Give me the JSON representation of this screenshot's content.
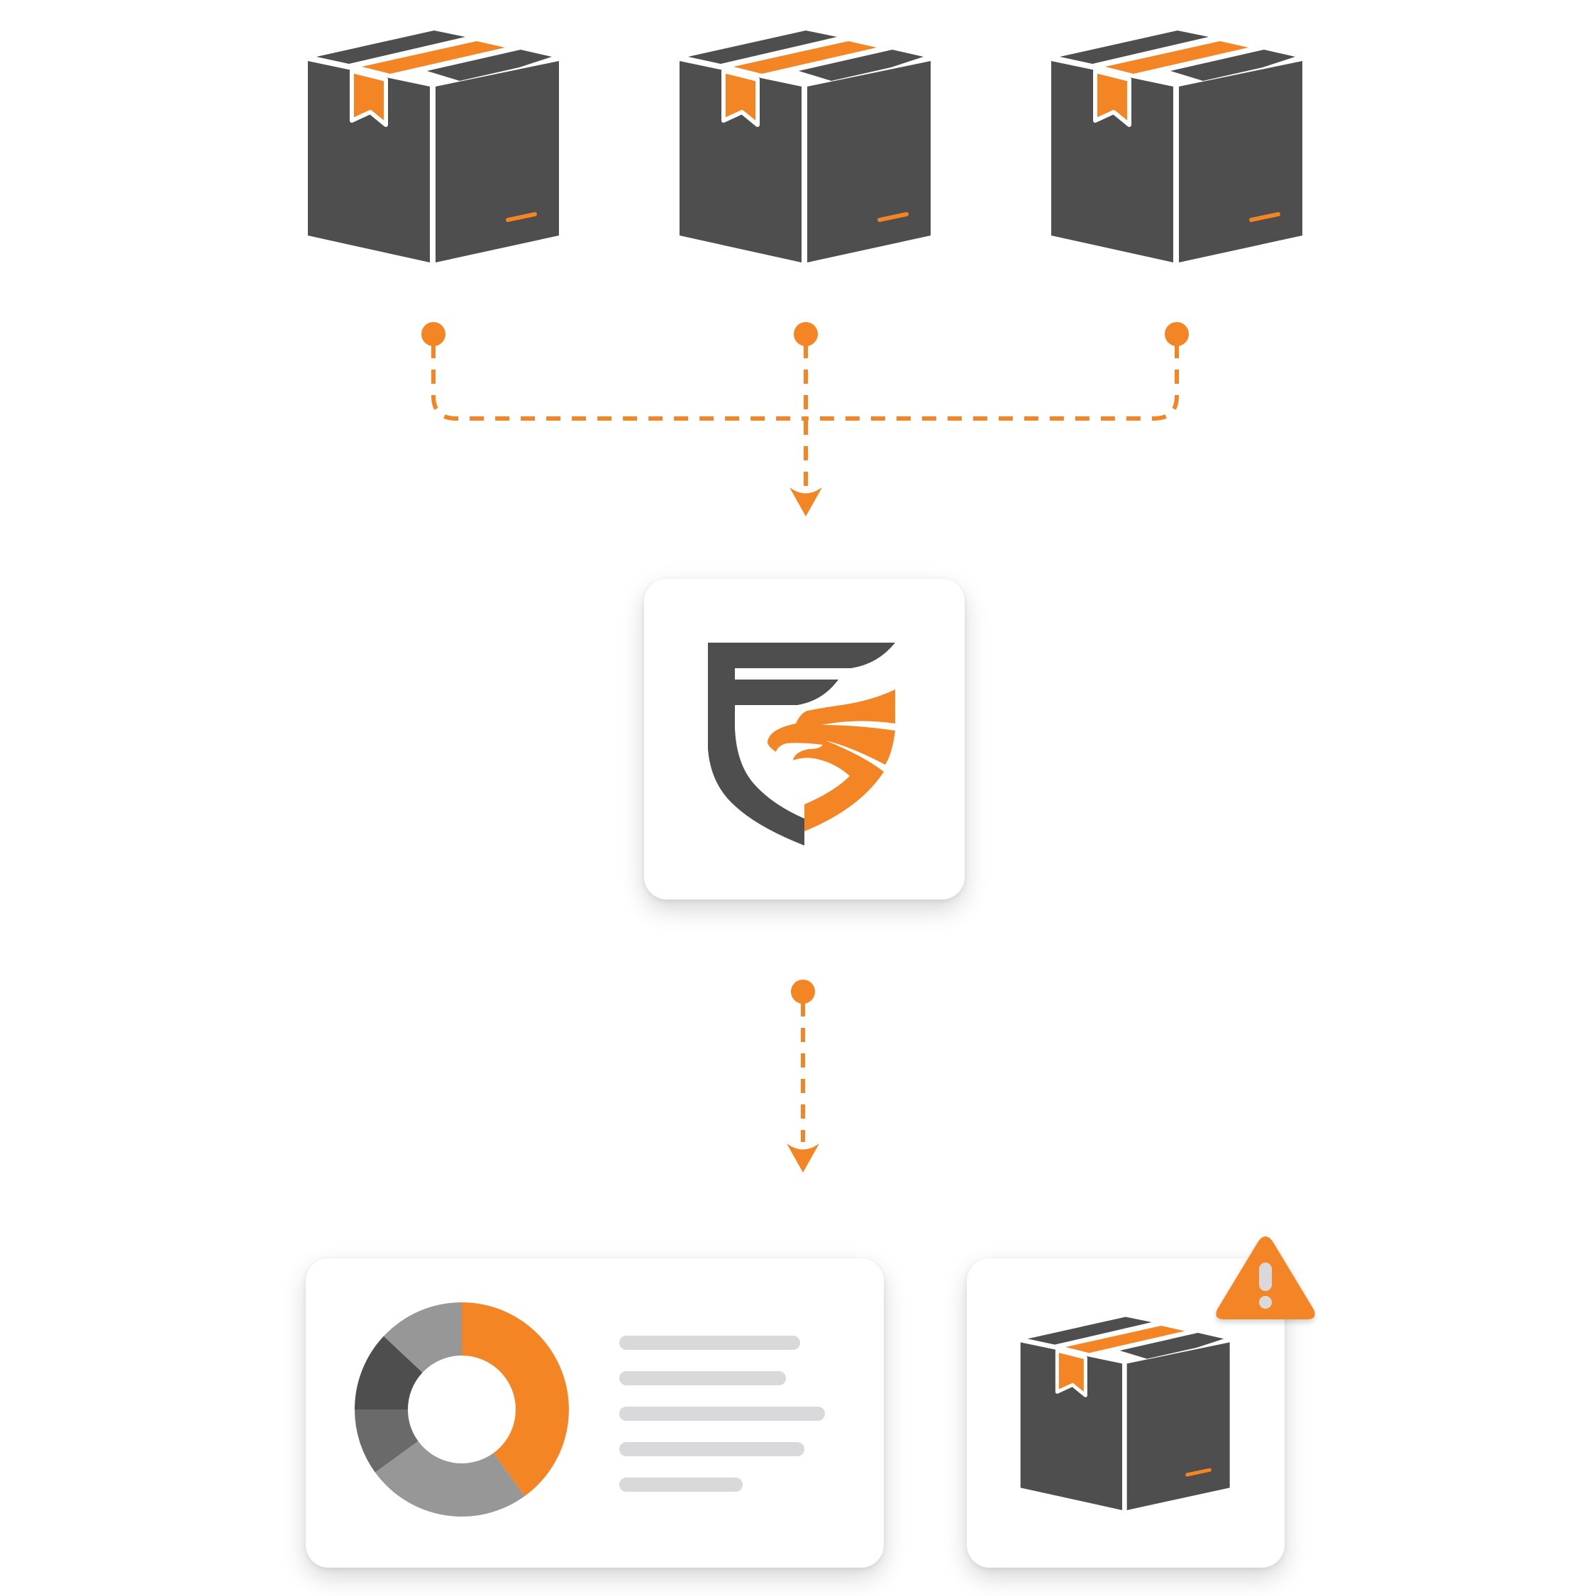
{
  "colors": {
    "box_dark": "#4d4e4d",
    "accent_orange": "#f38525",
    "card_bg": "#ffffff",
    "placeholder_line": "#d9d9db",
    "donut_dark": "#4d4e4d",
    "donut_mid": "#6a6a6a",
    "donut_light": "#979797"
  },
  "icons": {
    "source_package": "package-box-icon",
    "hub_logo": "shield-logo-icon",
    "alert_package": "package-box-icon",
    "alert_badge": "warning-triangle-icon"
  },
  "sources": [
    {
      "icon": "package-box-icon"
    },
    {
      "icon": "package-box-icon"
    },
    {
      "icon": "package-box-icon"
    }
  ],
  "chart_data": {
    "type": "pie",
    "variant": "donut",
    "values": [
      40,
      25,
      10,
      12,
      13
    ],
    "colors": [
      "#f38525",
      "#979797",
      "#6a6a6a",
      "#4d4e4d",
      "#979797"
    ],
    "title": "",
    "legend": "placeholder-lines-right"
  },
  "summary_lines": [
    {
      "fill": 0.88
    },
    {
      "fill": 0.81
    },
    {
      "fill": 1.0
    },
    {
      "fill": 0.9
    },
    {
      "fill": 0.6
    }
  ]
}
